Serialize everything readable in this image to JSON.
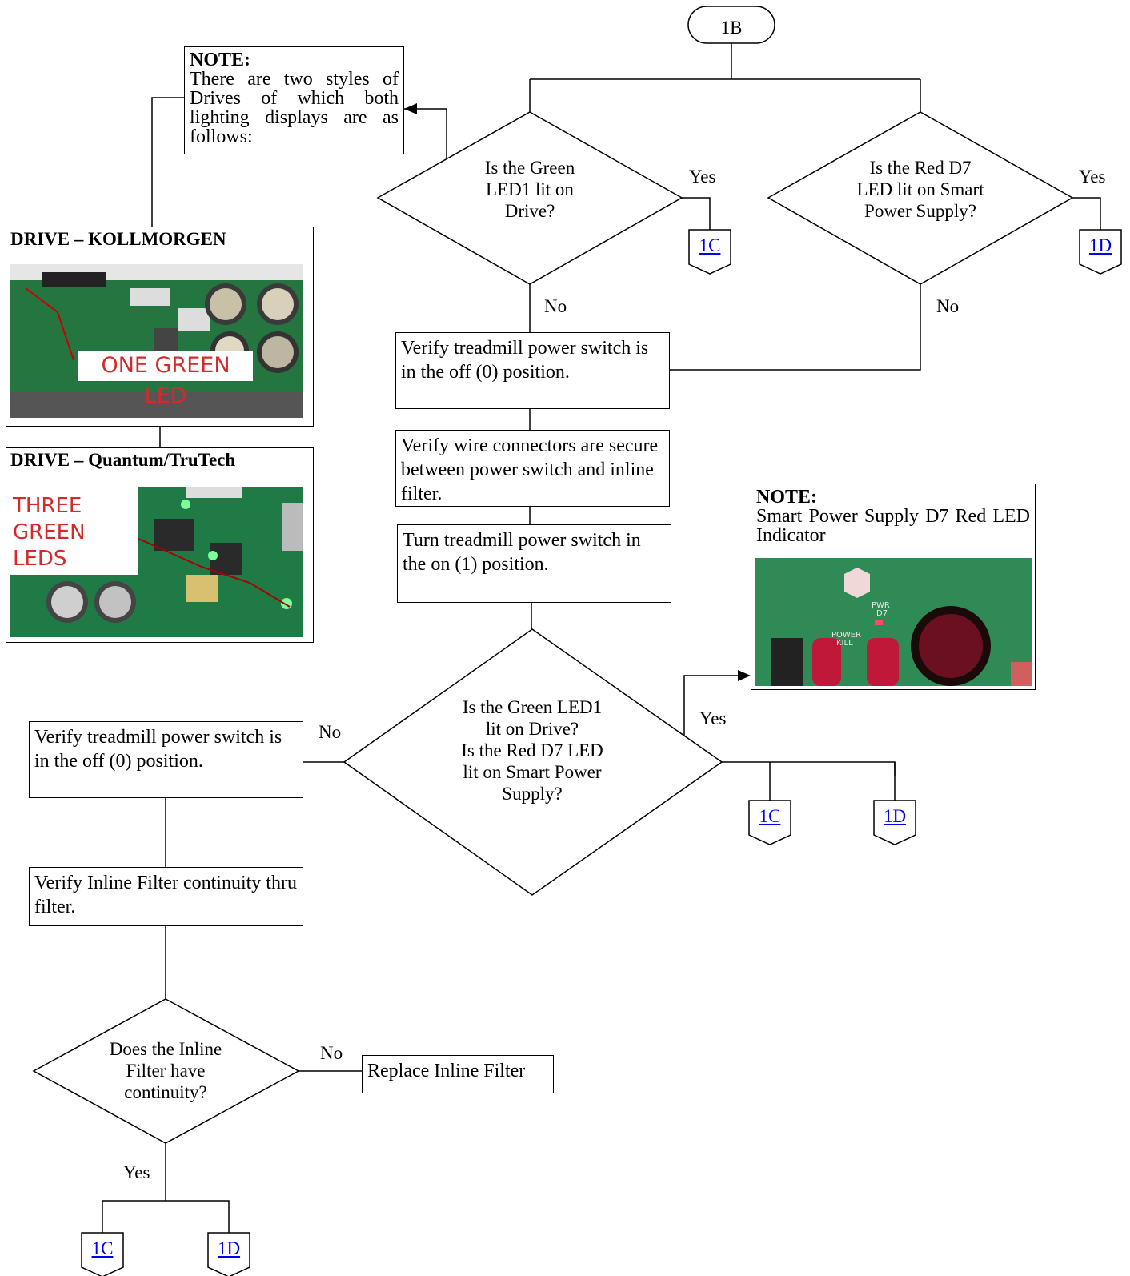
{
  "start": "1B",
  "note_drives": {
    "title": "NOTE:",
    "text": "There are two styles of Drives of which both lighting displays are as follows:"
  },
  "drive_kollmorgen": {
    "title": "DRIVE – KOLLMORGEN",
    "overlay": "ONE GREEN LED"
  },
  "drive_quantum": {
    "title": "DRIVE – Quantum/TruTech",
    "overlay_line1": "THREE",
    "overlay_line2": "GREEN LEDS"
  },
  "note_supply": {
    "title": "NOTE:",
    "text": "Smart Power Supply D7 Red LED Indicator",
    "photo_labels": {
      "pwr": "PWR",
      "d7": "D7",
      "power": "POWER",
      "kill": "KILL"
    }
  },
  "decisions": {
    "green_led": {
      "line1": "Is the Green",
      "line2": "LED1 lit on",
      "line3": "Drive?"
    },
    "red_led": {
      "line1": "Is the Red D7",
      "line2": "LED lit on Smart",
      "line3": "Power Supply?"
    },
    "both_led": {
      "line1": "Is the Green LED1",
      "line2": "lit on Drive?",
      "line3": "Is the Red D7 LED",
      "line4": "lit on Smart Power",
      "line5": "Supply?"
    },
    "filter": {
      "line1": "Does the Inline",
      "line2": "Filter have",
      "line3": "continuity?"
    }
  },
  "steps": {
    "verify_off_1": "Verify treadmill power switch is in the off (0) position.",
    "verify_wires": "Verify wire connectors are secure between power switch and inline filter.",
    "turn_on": "Turn treadmill power switch in the on (1) position.",
    "verify_off_2": "Verify treadmill power switch is in the off (0) position.",
    "verify_filter": "Verify Inline Filter continuity thru filter.",
    "replace_filter": "Replace Inline Filter"
  },
  "labels": {
    "yes": "Yes",
    "no": "No"
  },
  "connectors": {
    "c": "1C",
    "d": "1D"
  }
}
